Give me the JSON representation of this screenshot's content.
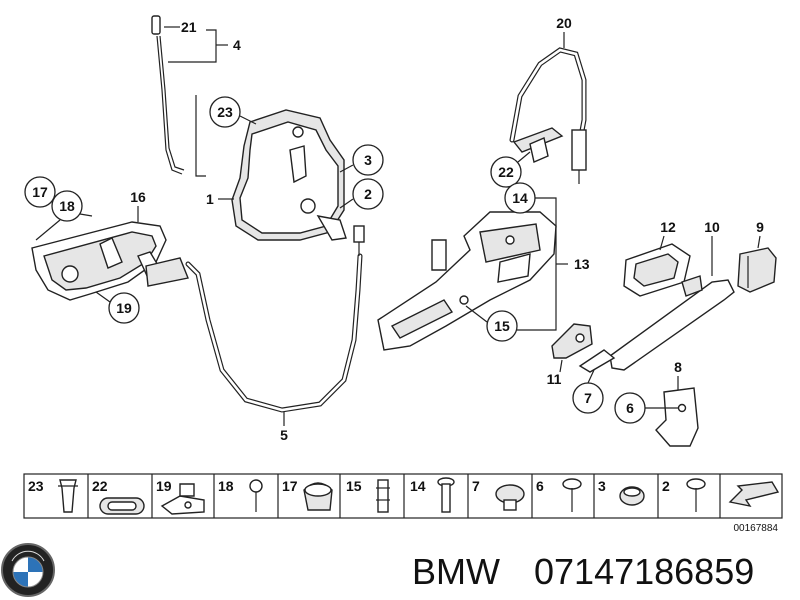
{
  "diagram": {
    "callouts": [
      {
        "n": "21"
      },
      {
        "n": "4"
      },
      {
        "n": "23"
      },
      {
        "n": "1"
      },
      {
        "n": "3"
      },
      {
        "n": "2"
      },
      {
        "n": "17"
      },
      {
        "n": "18"
      },
      {
        "n": "16"
      },
      {
        "n": "19"
      },
      {
        "n": "5"
      },
      {
        "n": "20"
      },
      {
        "n": "22"
      },
      {
        "n": "14"
      },
      {
        "n": "13"
      },
      {
        "n": "15"
      },
      {
        "n": "12"
      },
      {
        "n": "10"
      },
      {
        "n": "9"
      },
      {
        "n": "11"
      },
      {
        "n": "7"
      },
      {
        "n": "8"
      },
      {
        "n": "6"
      }
    ]
  },
  "strip": {
    "items": [
      "23",
      "22",
      "19",
      "18",
      "17",
      "15",
      "14",
      "7",
      "6",
      "3",
      "2"
    ],
    "code": "00167884"
  },
  "footer": {
    "brand": "BMW",
    "part_number": "07147186859"
  }
}
